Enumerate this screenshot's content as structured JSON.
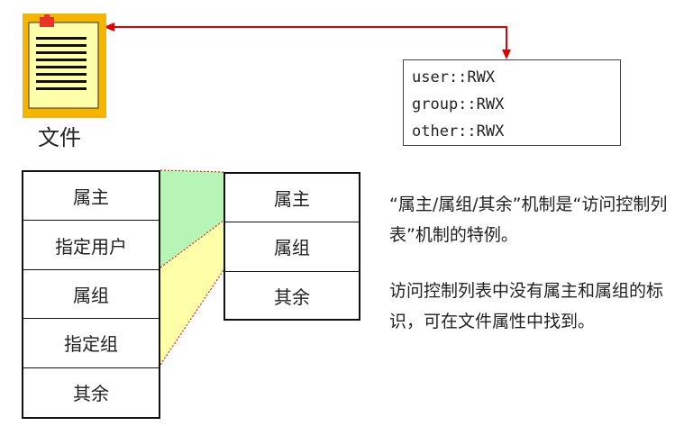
{
  "file": {
    "label": "文件",
    "icon": "document-icon",
    "frame_color": "#f5b400",
    "paper_color": "#ffffaa",
    "tab_color": "#e8322a"
  },
  "acl": {
    "lines": [
      "user::RWX",
      "group::RWX",
      "other::RWX"
    ]
  },
  "left_table": {
    "rows": [
      "属主",
      "指定用户",
      "属组",
      "指定组",
      "其余"
    ]
  },
  "right_table": {
    "rows": [
      "属主",
      "属组",
      "其余"
    ]
  },
  "description": {
    "paragraph_1": "“属主/属组/其余”机制是“访问控制列表”机制的特例。",
    "paragraph_2": "访问控制列表中没有属主和属组的标识，可在文件属性中找到。"
  },
  "colors": {
    "arrow": "#e00000",
    "owner_band": "#b6f5b6",
    "group_band": "#ffffaa"
  }
}
